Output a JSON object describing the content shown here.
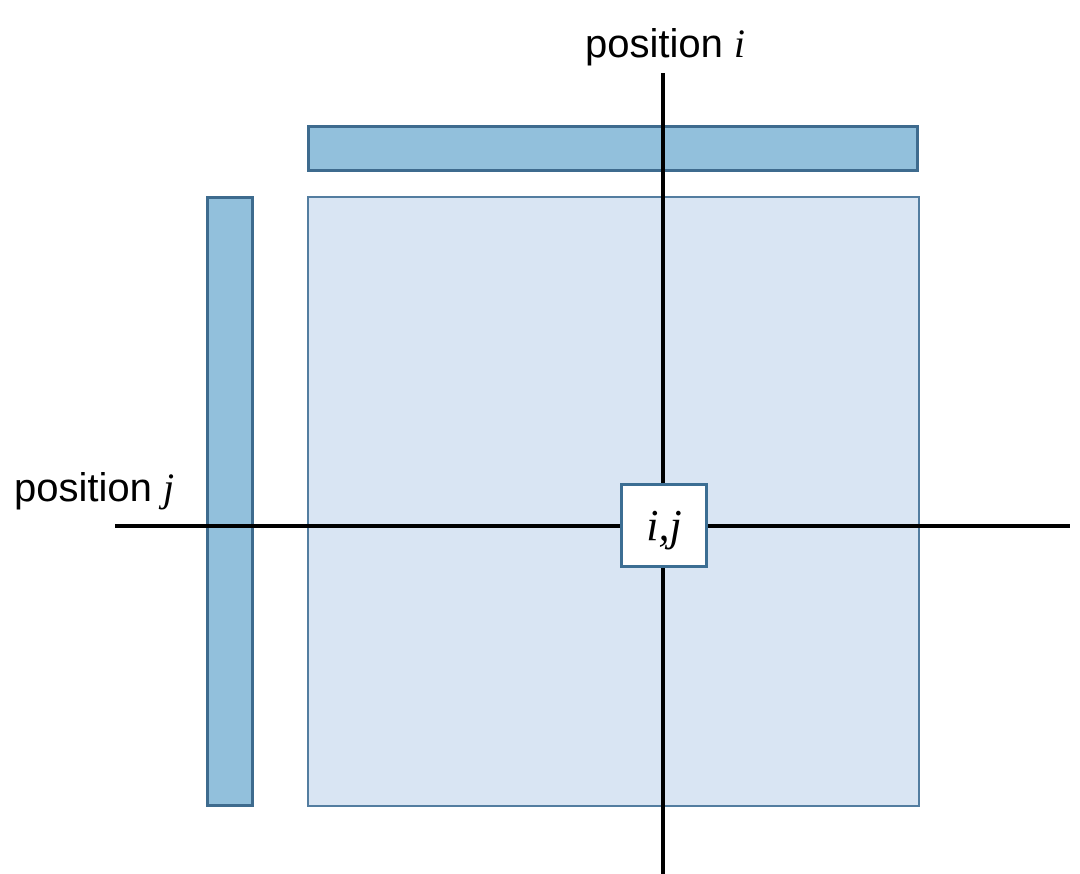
{
  "labels": {
    "top_axis_prefix": "position ",
    "top_axis_var": "i",
    "left_axis_prefix": "position ",
    "left_axis_var": "j",
    "cell_i": "i",
    "cell_sep": ", ",
    "cell_j": "j"
  },
  "colors": {
    "bar_fill": "#92c0dc",
    "bar_border": "#3e6b8e",
    "matrix_fill": "#d9e5f3",
    "matrix_border": "#537da0",
    "cell_border": "#3c6e93",
    "line_color": "#000000"
  }
}
